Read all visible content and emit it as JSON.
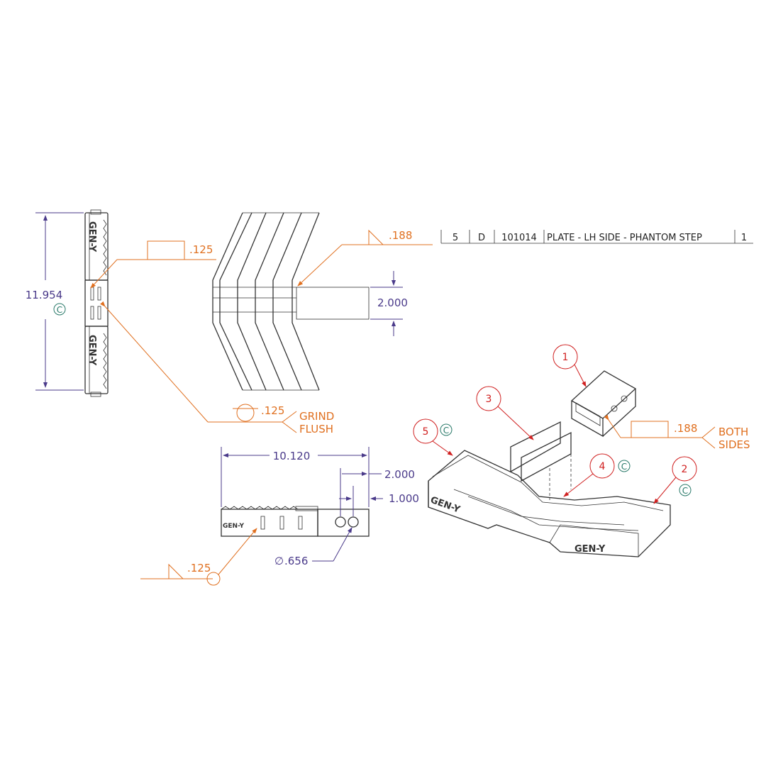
{
  "bom_row": {
    "qty": "5",
    "rev": "D",
    "part_number": "101014",
    "description": "PLATE - LH SIDE - PHANTOM STEP",
    "count": "1"
  },
  "dimensions": {
    "height": "11.954",
    "tube_height": "2.000",
    "length": "10.120",
    "hole_spacing": "2.000",
    "hole_offset": "1.000",
    "hole_diameter": ".656",
    "diameter_symbol": "∅"
  },
  "welds": {
    "top_left": ".125",
    "top_middle": ".188",
    "grind": ".125",
    "grind_note_1": "GRIND",
    "grind_note_2": "FLUSH",
    "bottom_left": ".125",
    "both_sides": ".188",
    "both_sides_note_1": "BOTH",
    "both_sides_note_2": "SIDES"
  },
  "critical_mark": "C",
  "logo_text": "GEN-Y",
  "balloons": [
    "1",
    "2",
    "3",
    "4",
    "5"
  ],
  "colors": {
    "dimension": "#4a3a8a",
    "weld": "#e07020",
    "balloon": "#d02020",
    "critical": "#2a7a6a"
  }
}
